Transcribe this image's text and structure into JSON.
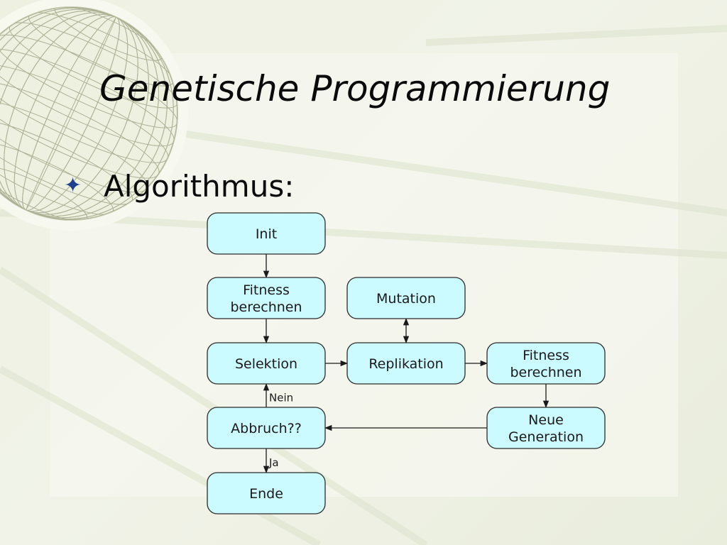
{
  "slide": {
    "title": "Genetische Programmierung",
    "bullet": {
      "icon": "four-point-star-icon",
      "text": "Algorithmus:"
    }
  },
  "colors": {
    "background": "#eef1e3",
    "node_fill": "#ccfbff",
    "node_stroke": "#2b2b2b",
    "bullet": "#1f3f8f",
    "text": "#0a0a0a"
  },
  "flowchart": {
    "nodes": [
      {
        "id": "init",
        "lines": [
          "Init"
        ]
      },
      {
        "id": "fitness1",
        "lines": [
          "Fitness",
          "berechnen"
        ]
      },
      {
        "id": "mutation",
        "lines": [
          "Mutation"
        ]
      },
      {
        "id": "selektion",
        "lines": [
          "Selektion"
        ]
      },
      {
        "id": "replikation",
        "lines": [
          "Replikation"
        ]
      },
      {
        "id": "fitness2",
        "lines": [
          "Fitness",
          "berechnen"
        ]
      },
      {
        "id": "abbruch",
        "lines": [
          "Abbruch??"
        ]
      },
      {
        "id": "neue",
        "lines": [
          "Neue",
          "Generation"
        ]
      },
      {
        "id": "ende",
        "lines": [
          "Ende"
        ]
      }
    ],
    "edges": [
      {
        "from": "init",
        "to": "fitness1",
        "label": ""
      },
      {
        "from": "fitness1",
        "to": "selektion",
        "label": ""
      },
      {
        "from": "selektion",
        "to": "replikation",
        "label": ""
      },
      {
        "from": "mutation",
        "to": "replikation",
        "label": "",
        "bidirectional": true
      },
      {
        "from": "replikation",
        "to": "fitness2",
        "label": ""
      },
      {
        "from": "fitness2",
        "to": "neue",
        "label": ""
      },
      {
        "from": "neue",
        "to": "abbruch",
        "label": ""
      },
      {
        "from": "abbruch",
        "to": "selektion",
        "label": "Nein"
      },
      {
        "from": "abbruch",
        "to": "ende",
        "label": "Ja"
      }
    ]
  }
}
